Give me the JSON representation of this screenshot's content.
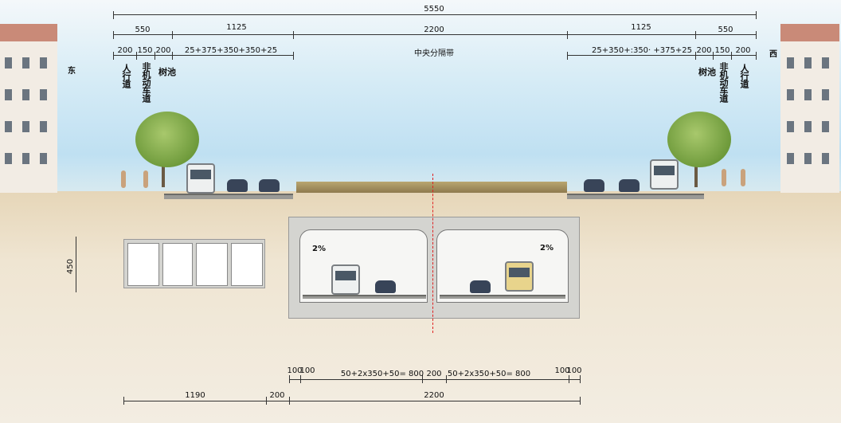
{
  "directions": {
    "east": "东",
    "west": "西"
  },
  "top_dimensions": {
    "total": "5550",
    "left_side": "550",
    "left_carriageway": "1125",
    "median": "2200",
    "right_carriageway": "1125",
    "right_side": "550",
    "left_sidewalk": "200",
    "left_bike": "150",
    "left_tree": "200",
    "left_lanes": "25+375+350+350+25",
    "right_lanes": "25+350+:350· +375+25",
    "right_tree": "200",
    "right_bike": "150",
    "right_sidewalk": "200"
  },
  "labels": {
    "sidewalk": "人行道",
    "bike_lane": "非机动车道",
    "tree_pit": "树池",
    "median": "中央分隔带"
  },
  "tunnel": {
    "slope_left": "2%",
    "slope_right": "2%",
    "height": "450"
  },
  "bottom_dimensions": {
    "row1": [
      "100",
      "100",
      "50+2x350+50= 800",
      "200",
      "50+2x350+50= 800",
      "100",
      "100"
    ],
    "row2": [
      "1190",
      "200",
      "2200"
    ]
  }
}
